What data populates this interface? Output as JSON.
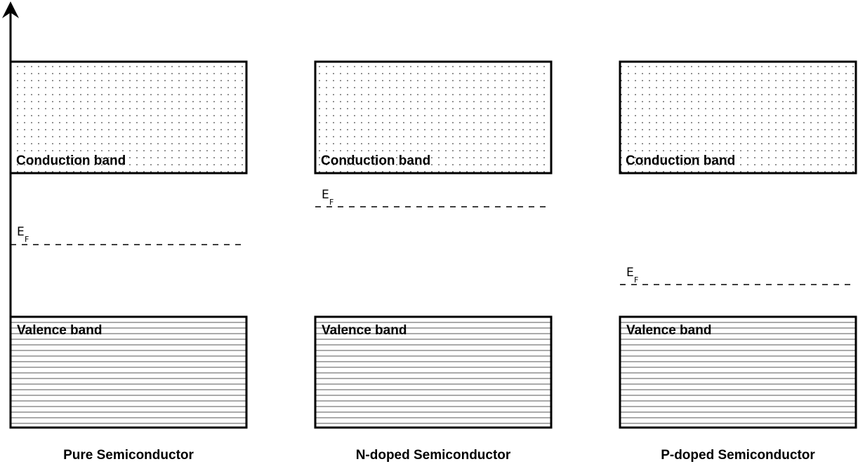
{
  "panels": [
    {
      "conduction_label": "Conduction band",
      "valence_label": "Valence band",
      "fermi_main": "E",
      "fermi_sub": "F",
      "caption": "Pure Semiconductor"
    },
    {
      "conduction_label": "Conduction band",
      "valence_label": "Valence band",
      "fermi_main": "E",
      "fermi_sub": "F",
      "caption": "N-doped Semiconductor"
    },
    {
      "conduction_label": "Conduction band",
      "valence_label": "Valence band",
      "fermi_main": "E",
      "fermi_sub": "F",
      "caption": "P-doped Semiconductor"
    }
  ],
  "colors": {
    "stroke": "#000000",
    "background": "#ffffff",
    "dot_fill": "#444444",
    "hatch_line": "#555555"
  }
}
